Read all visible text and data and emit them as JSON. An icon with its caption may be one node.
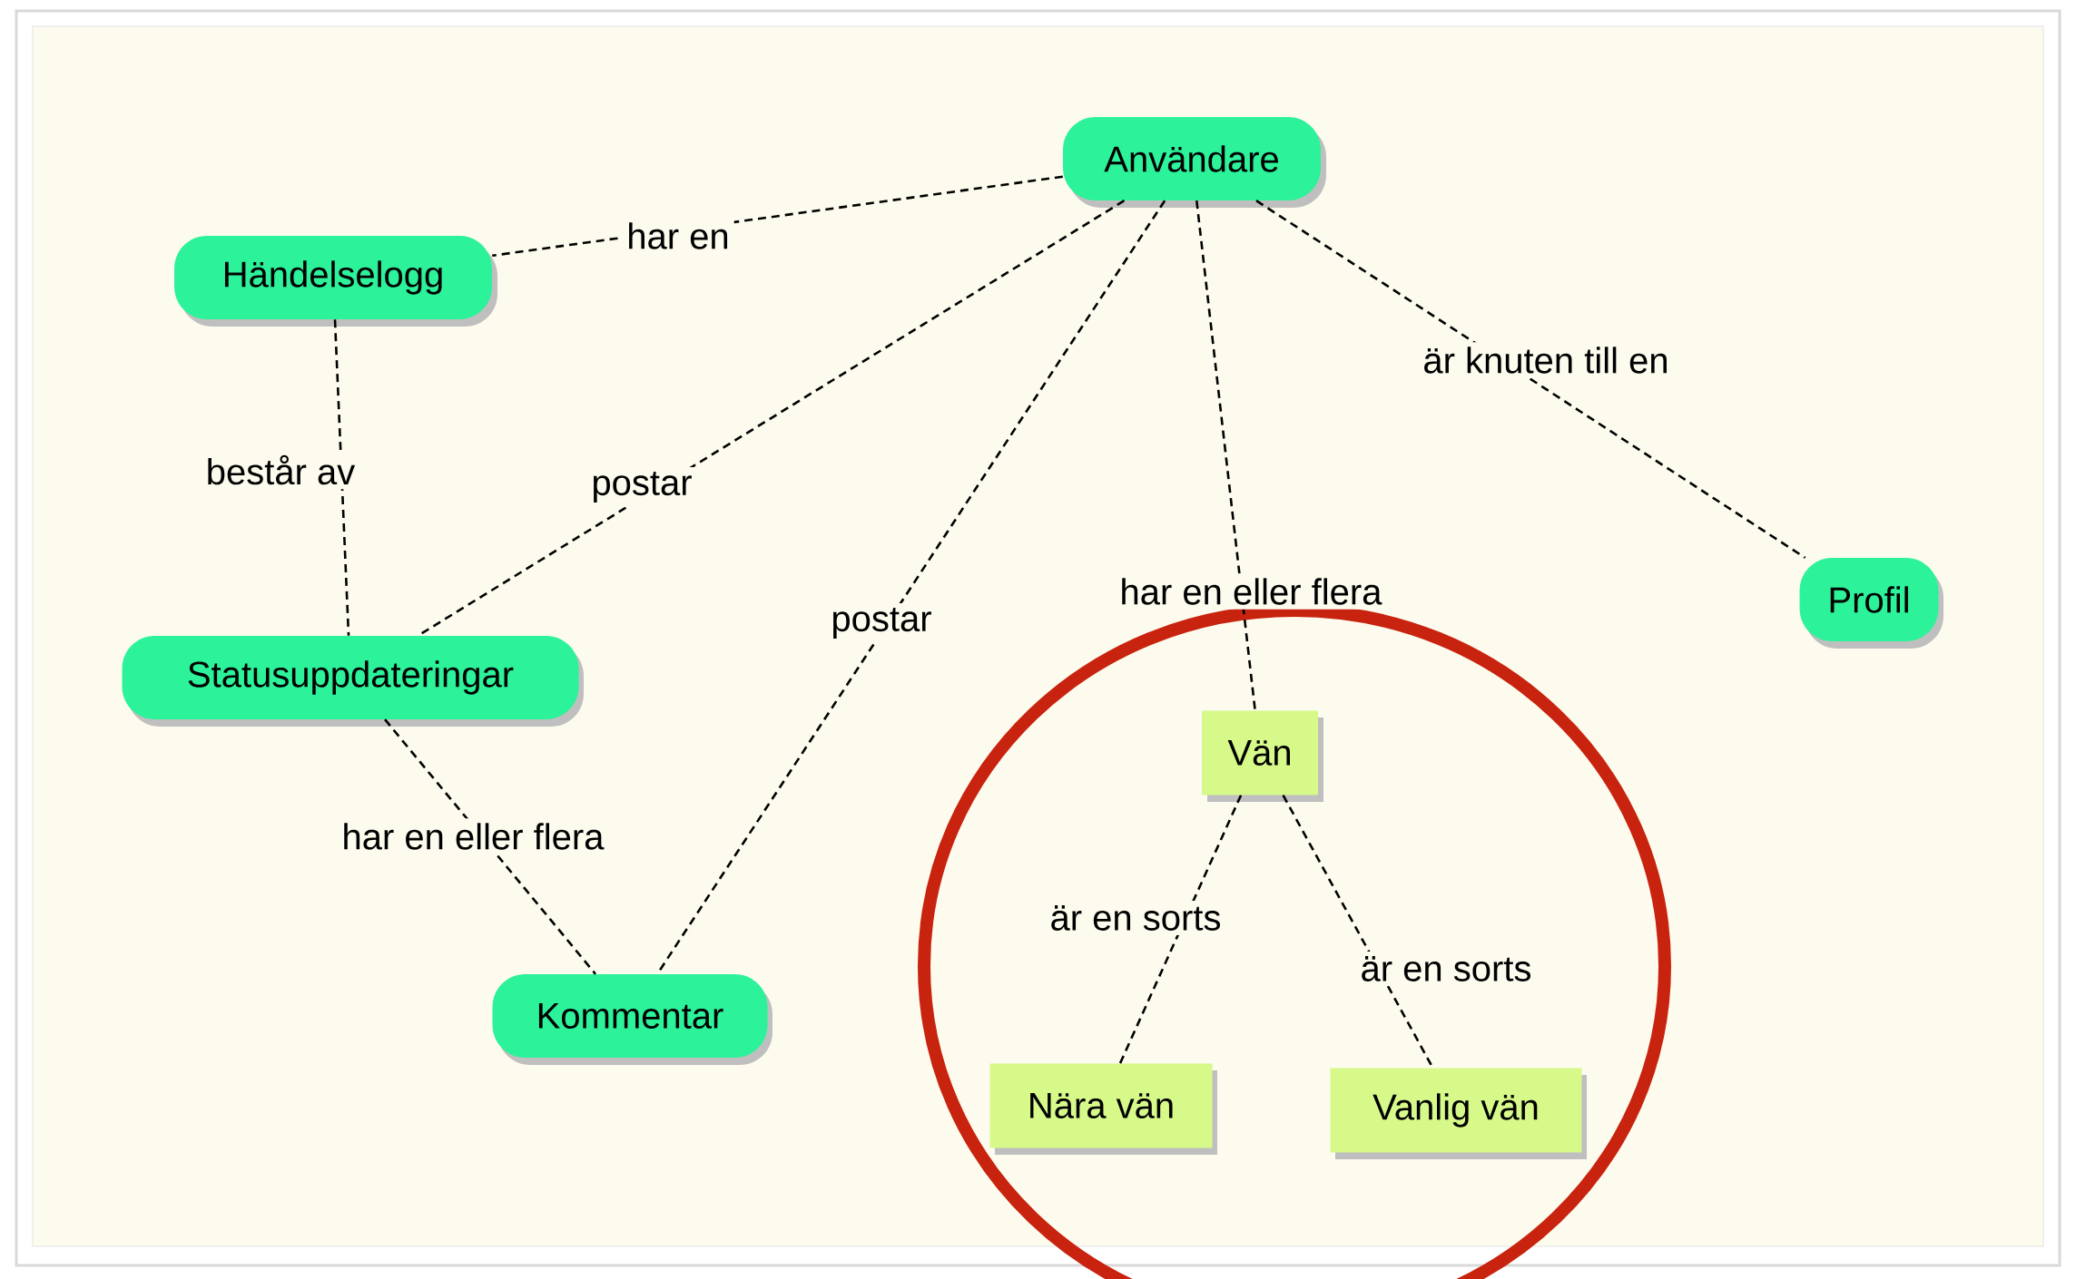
{
  "diagram": {
    "nodes": [
      {
        "text": [
          "Användare"
        ]
      },
      {
        "text": [
          "Händelselogg"
        ]
      },
      {
        "text": [
          "Statusuppdateringar"
        ]
      },
      {
        "text": [
          "Kommentar"
        ]
      },
      {
        "text": [
          "Profil"
        ]
      },
      {
        "text": [
          "Vän"
        ]
      },
      {
        "text": [
          "Nära vän"
        ]
      },
      {
        "text": [
          "Vanlig vän"
        ]
      }
    ],
    "edges": [
      {
        "from": 0,
        "to": 1,
        "arrow": "none",
        "label": "har en"
      },
      {
        "from": 1,
        "to": 2,
        "arrow": "none",
        "label": "består av"
      },
      {
        "from": 0,
        "to": 2,
        "arrow": "none",
        "label": "postar"
      },
      {
        "from": 0,
        "to": 3,
        "arrow": "none",
        "label": "postar"
      },
      {
        "from": 0,
        "to": 5,
        "arrow": "none",
        "label": "har en eller flera"
      },
      {
        "from": 0,
        "to": 4,
        "arrow": "none",
        "label": "är knuten till en"
      },
      {
        "from": 2,
        "to": 3,
        "arrow": "none",
        "label": "har en eller flera"
      },
      {
        "from": 5,
        "to": 6,
        "arrow": "none",
        "label": "är en sorts"
      },
      {
        "from": 5,
        "to": 7,
        "arrow": "none",
        "label": "är en sorts"
      }
    ]
  }
}
